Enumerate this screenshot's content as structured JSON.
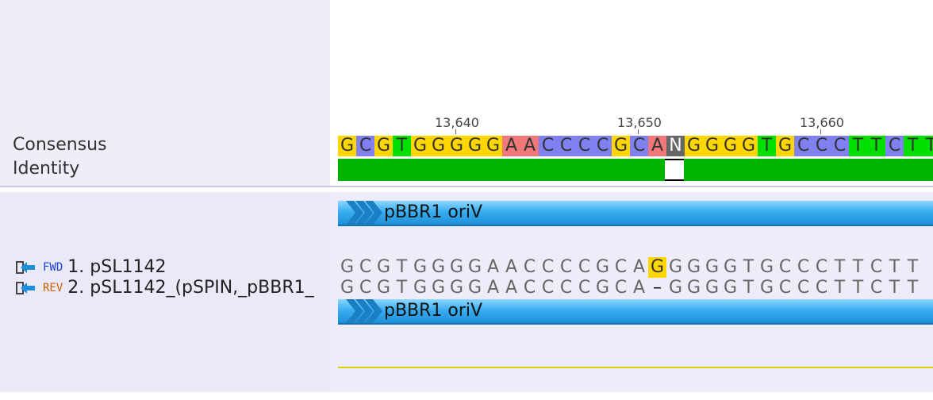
{
  "row_labels": {
    "consensus": "Consensus",
    "identity": "Identity"
  },
  "ruler": {
    "ticks": [
      "13,640",
      "13,650",
      "13,660"
    ]
  },
  "consensus": {
    "bases": [
      "G",
      "C",
      "G",
      "T",
      "G",
      "G",
      "G",
      "G",
      "G",
      "A",
      "A",
      "C",
      "C",
      "C",
      "C",
      "G",
      "C",
      "A",
      "N",
      "G",
      "G",
      "G",
      "G",
      "T",
      "G",
      "C",
      "C",
      "C",
      "T",
      "T",
      "C",
      "T",
      "T"
    ]
  },
  "colors": {
    "A": "#f07878",
    "C": "#8080f0",
    "G": "#ffd700",
    "T": "#00e000",
    "N": "#666666",
    "identity": "#00b300",
    "highlight": "#ffd700"
  },
  "feature": {
    "label": "pBBR1 oriV"
  },
  "sequences": [
    {
      "direction": "FWD",
      "name": "1. pSL1142",
      "bases": [
        "G",
        "C",
        "G",
        "T",
        "G",
        "G",
        "G",
        "G",
        "A",
        "A",
        "C",
        "C",
        "C",
        "C",
        "G",
        "C",
        "A",
        "G",
        "G",
        "G",
        "G",
        "G",
        "T",
        "G",
        "C",
        "C",
        "C",
        "T",
        "T",
        "C",
        "T",
        "T"
      ]
    },
    {
      "direction": "REV",
      "name": "2. pSL1142_(pSPIN,_pBBR1_",
      "bases": [
        "G",
        "C",
        "G",
        "T",
        "G",
        "G",
        "G",
        "G",
        "A",
        "A",
        "C",
        "C",
        "C",
        "C",
        "G",
        "C",
        "A",
        "–",
        "G",
        "G",
        "G",
        "G",
        "T",
        "G",
        "C",
        "C",
        "C",
        "T",
        "T",
        "C",
        "T",
        "T"
      ]
    }
  ],
  "feature_bottom": {
    "label": "pBBR1 oriV"
  }
}
